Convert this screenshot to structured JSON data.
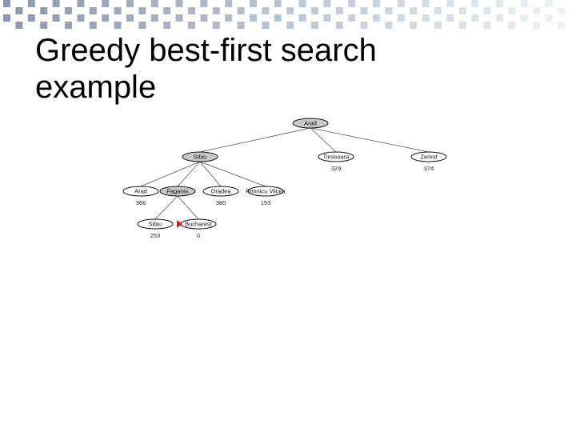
{
  "slide": {
    "title_line1": "Greedy best-first search",
    "title_line2": "example"
  },
  "tree": {
    "nodes": [
      {
        "id": "arad-root",
        "label": "Arad",
        "h": "",
        "expanded": true
      },
      {
        "id": "sibiu",
        "label": "Sibiu",
        "h": "",
        "expanded": true
      },
      {
        "id": "timisoara",
        "label": "Timisoara",
        "h": "329",
        "expanded": false
      },
      {
        "id": "zerind",
        "label": "Zerind",
        "h": "374",
        "expanded": false
      },
      {
        "id": "arad",
        "label": "Arad",
        "h": "366",
        "expanded": false
      },
      {
        "id": "fagaras",
        "label": "Fagaras",
        "h": "",
        "expanded": true
      },
      {
        "id": "oradea",
        "label": "Oradea",
        "h": "380",
        "expanded": false
      },
      {
        "id": "rimnicu-vilcea",
        "label": "Rimnicu Vilcea",
        "h": "193",
        "expanded": false
      },
      {
        "id": "sibiu-2",
        "label": "Sibiu",
        "h": "253",
        "expanded": false
      },
      {
        "id": "bucharest",
        "label": "Bucharest",
        "h": "0",
        "expanded": false,
        "goal": true
      }
    ],
    "edges": [
      [
        "arad-root",
        "sibiu"
      ],
      [
        "arad-root",
        "timisoara"
      ],
      [
        "arad-root",
        "zerind"
      ],
      [
        "sibiu",
        "arad"
      ],
      [
        "sibiu",
        "fagaras"
      ],
      [
        "sibiu",
        "oradea"
      ],
      [
        "sibiu",
        "rimnicu-vilcea"
      ],
      [
        "fagaras",
        "sibiu-2"
      ],
      [
        "fagaras",
        "bucharest"
      ]
    ],
    "colors": {
      "expanded": "#c8c8c8",
      "leaf": "#ffffff",
      "goal_marker": "#d62020"
    }
  }
}
